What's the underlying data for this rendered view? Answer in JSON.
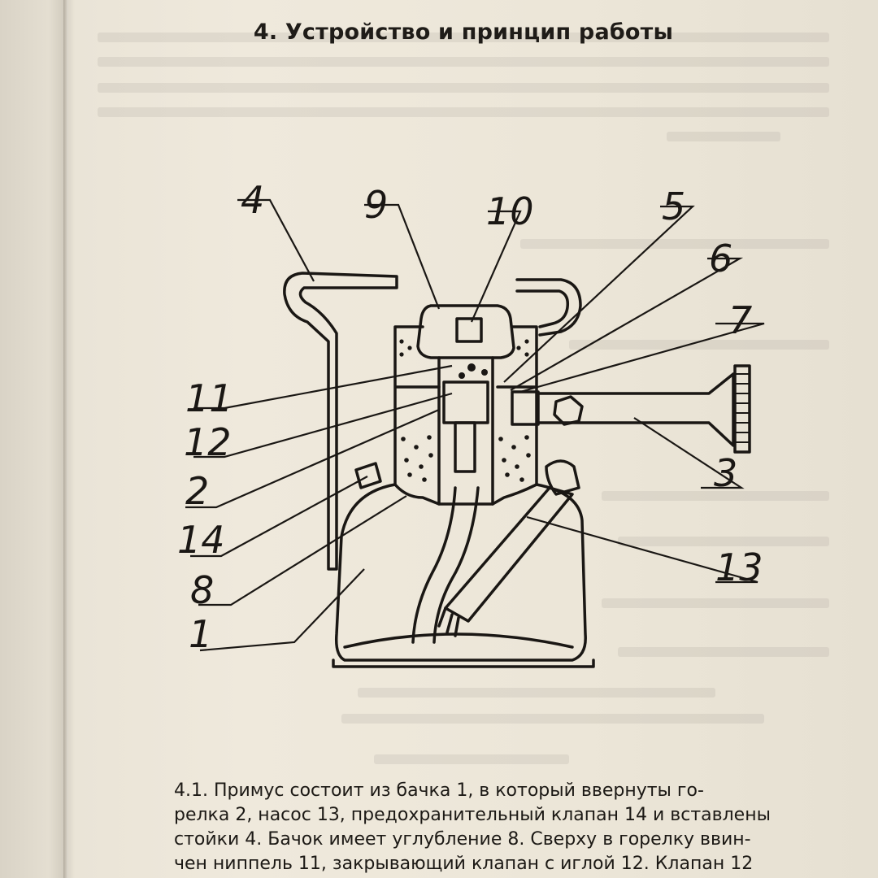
{
  "document": {
    "section_heading": "4. Устройство и принцип работы"
  },
  "diagram": {
    "callouts": [
      "4",
      "9",
      "10",
      "5",
      "6",
      "7",
      "11",
      "12",
      "2",
      "14",
      "8",
      "1",
      "3",
      "13"
    ]
  },
  "paragraph": {
    "lines": [
      "4.1. Примус состоит из бачка 1, в который ввернуты го-",
      "релка 2, насос 13, предохранительный клапан 14 и вставлены",
      "стойки 4. Бачок имеет углубление 8. Сверху в горелку ввин-",
      "чен ниппель 11, закрывающий клапан с иглой 12. Клапан 12"
    ]
  },
  "colors": {
    "paper": "#ece6d8",
    "ink": "#1c1915"
  }
}
